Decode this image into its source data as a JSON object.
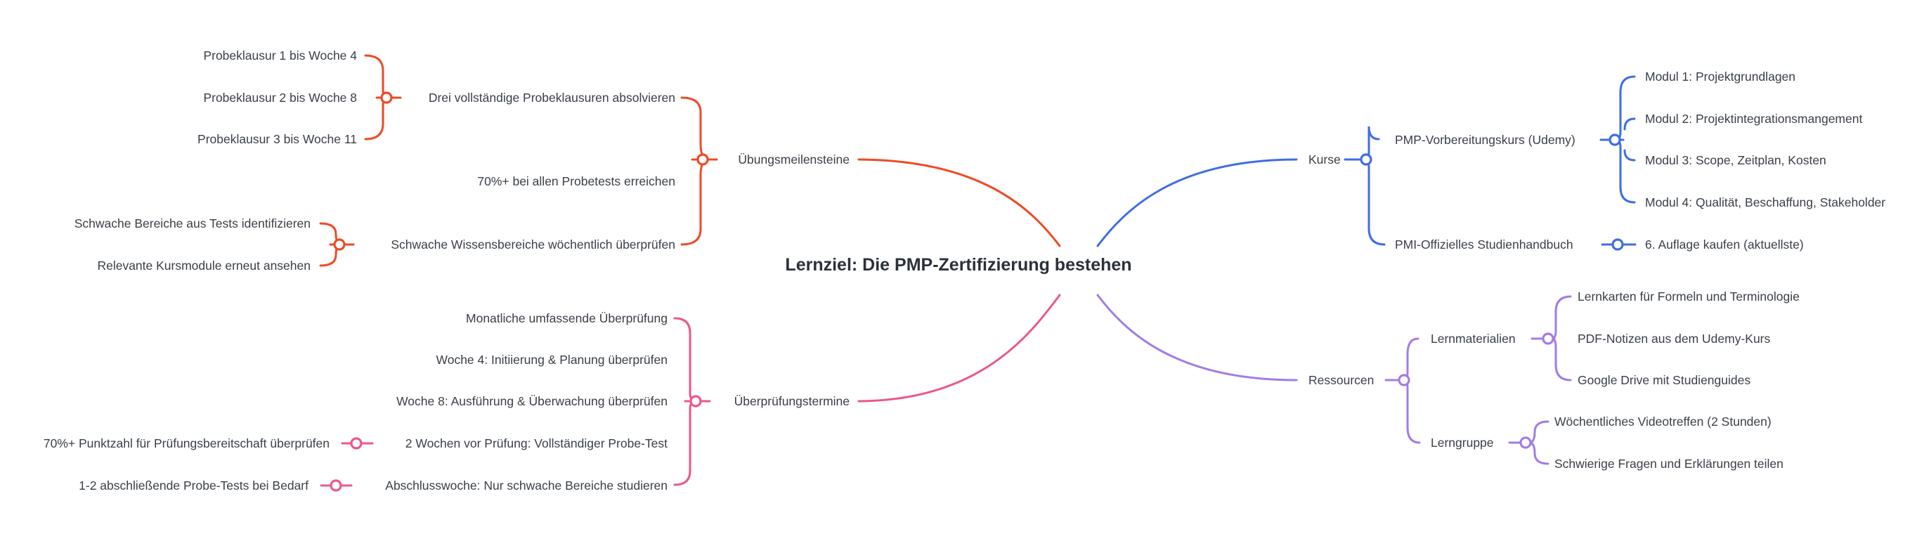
{
  "title": "Lernziel: Die PMP-Zertifizierung bestehen",
  "colors": {
    "red": "#f04a24",
    "blue": "#3f6de6",
    "purple": "#a37ce6",
    "pink": "#ec5888",
    "text": "#3a3f47"
  },
  "branches": {
    "uebung": {
      "label": "Übungsmeilensteine",
      "items": {
        "klausuren": {
          "label": "Drei vollständige Probeklausuren absolvieren",
          "items": [
            "Probeklausur 1 bis Woche 4",
            "Probeklausur 2 bis Woche 8",
            "Probeklausur 3 bis Woche 11"
          ]
        },
        "prozent": {
          "label": "70%+ bei allen Probetests erreichen"
        },
        "schwach": {
          "label": "Schwache Wissensbereiche wöchentlich überprüfen",
          "items": [
            "Schwache Bereiche aus Tests identifizieren",
            "Relevante Kursmodule erneut ansehen"
          ]
        }
      }
    },
    "ueberpruefung": {
      "label": "Überprüfungstermine",
      "items": {
        "monatlich": {
          "label": "Monatliche umfassende Überprüfung"
        },
        "woche4": {
          "label": "Woche 4: Initiierung & Planung überprüfen"
        },
        "woche8": {
          "label": "Woche 8: Ausführung & Überwachung überprüfen"
        },
        "vorpruefung": {
          "label": "2 Wochen vor Prüfung: Vollständiger Probe-Test",
          "items": [
            "70%+ Punktzahl für Prüfungsbereitschaft überprüfen"
          ]
        },
        "abschluss": {
          "label": "Abschlusswoche: Nur schwache Bereiche studieren",
          "items": [
            "1-2 abschließende Probe-Tests bei Bedarf"
          ]
        }
      }
    },
    "kurse": {
      "label": "Kurse",
      "items": {
        "udemy": {
          "label": "PMP-Vorbereitungskurs (Udemy)",
          "items": [
            "Modul 1: Projektgrundlagen",
            "Modul 2: Projektintegrationsmangement",
            "Modul 3: Scope, Zeitplan, Kosten",
            "Modul 4: Qualität, Beschaffung, Stakeholder"
          ]
        },
        "pmi": {
          "label": "PMI-Offizielles Studienhandbuch",
          "items": [
            "6. Auflage kaufen (aktuellste)"
          ]
        }
      }
    },
    "ressourcen": {
      "label": "Ressourcen",
      "items": {
        "lernmaterialien": {
          "label": "Lernmaterialien",
          "items": [
            "Lernkarten für Formeln und Terminologie",
            "PDF-Notizen aus dem Udemy-Kurs",
            "Google Drive mit Studienguides"
          ]
        },
        "lerngruppe": {
          "label": "Lerngruppe",
          "items": [
            "Wöchentliches Videotreffen (2 Stunden)",
            "Schwierige Fragen und Erklärungen teilen"
          ]
        }
      }
    }
  }
}
